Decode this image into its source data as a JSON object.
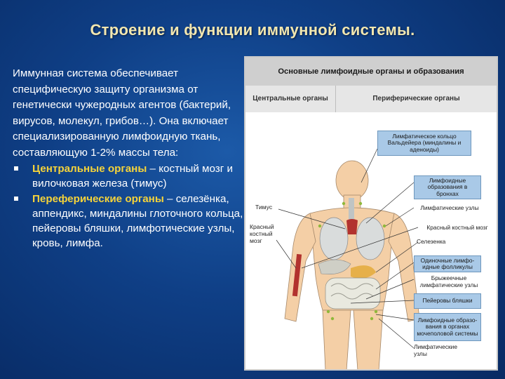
{
  "slide": {
    "title": "Строение и функции иммунной системы."
  },
  "text": {
    "intro": "Иммунная система обеспечивает специфическую защиту организма от генетически чужеродных агентов (бактерий, вирусов, молекул, грибов…). Она включает специализированную лимфоидную ткань, составляющую 1-2% массы тела:",
    "bullets": [
      {
        "term": "Центральные органы",
        "rest": " – костный мозг и вилочковая железа (тимус)"
      },
      {
        "term": "Переферические органы",
        "rest": " – селезёнка, аппендикс, миндалины глоточного кольца, пейеровы бляшки, лимфотические узлы, кровь, лимфа."
      }
    ]
  },
  "diagram": {
    "header": "Основные лимфоидные органы и образования",
    "col_central": "Центральные органы",
    "col_peripheral": "Периферические органы",
    "left_labels": {
      "thymus": "Тимус",
      "bone_marrow": "Красный костный мозг"
    },
    "right_items": {
      "ring": "Лимфатическое кольцо Вальдейера (миндалины и аденоиды)",
      "bronchi": "Лимфоидные образования в бронхах",
      "lymph_nodes_top": "Лимфатические узлы",
      "red_marrow": "Красный костный мозг",
      "spleen": "Селезенка",
      "follicles": "Одиночные лимфо- идные фолликулы",
      "mesenteric": "Брыжеечные лимфатические узлы",
      "peyer": "Пейеровы бляшки",
      "urogenital": "Лимфоидные образо- вания в органах мочеполовой системы",
      "lymph_nodes_bottom": "Лимфатические узлы"
    },
    "colors": {
      "skin": "#f4cfa6",
      "box": "#a9c9e7",
      "lung": "#d9dcdc",
      "marrow": "#b2322e",
      "liver": "#e6b04a"
    }
  }
}
